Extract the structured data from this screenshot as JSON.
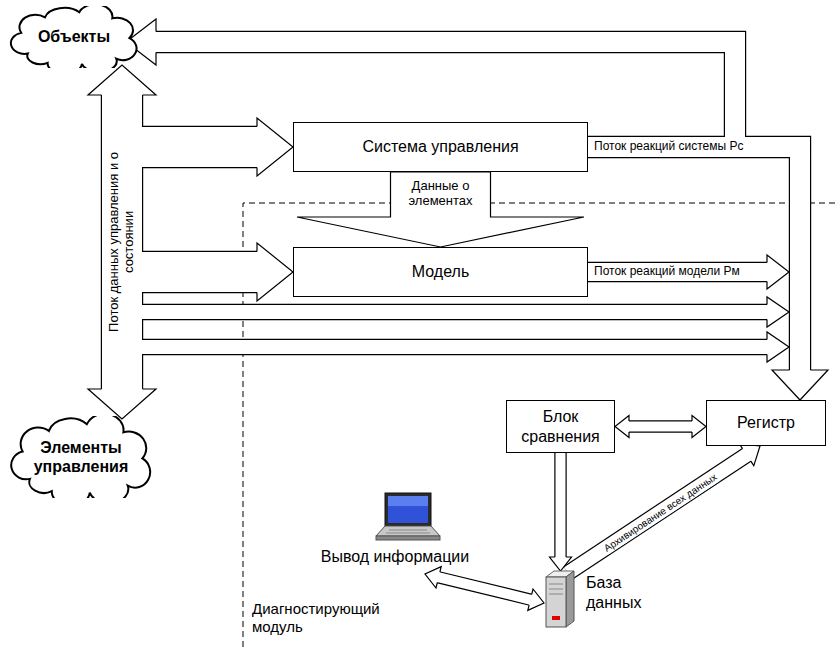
{
  "diagram": {
    "nodes": [
      {
        "text": [
          "Объекты"
        ]
      },
      {
        "text": [
          "Система управления"
        ]
      },
      {
        "text": [
          "Модель"
        ]
      },
      {
        "text": [
          "Элементы управления"
        ]
      },
      {
        "text": [
          "Блок сравнения"
        ]
      },
      {
        "text": [
          "Регистр"
        ]
      },
      {
        "text": [
          "Вывод информации"
        ]
      },
      {
        "text": [
          "База данных"
        ]
      }
    ],
    "edges": [
      {
        "from": 0,
        "to": 3,
        "arrow": "both",
        "label": "Поток данных управления и о состоянии"
      },
      {
        "from": 3,
        "to": 1,
        "arrow": "to"
      },
      {
        "from": 1,
        "to": 2,
        "arrow": "to",
        "label": "Данные о элементах"
      },
      {
        "from": 3,
        "to": 2,
        "arrow": "to"
      },
      {
        "from": 3,
        "to": 5,
        "arrow": "to"
      },
      {
        "from": 3,
        "to": 5,
        "arrow": "to"
      },
      {
        "from": 1,
        "to": 5,
        "arrow": "to",
        "label": "Поток реакций системы Pc"
      },
      {
        "from": 1,
        "to": 0,
        "arrow": "to"
      },
      {
        "from": 2,
        "to": 5,
        "arrow": "to",
        "label": "Поток реакций модели Pм"
      },
      {
        "from": 4,
        "to": 5,
        "arrow": "both"
      },
      {
        "from": 4,
        "to": 7,
        "arrow": "to"
      },
      {
        "from": 7,
        "to": 5,
        "arrow": "to",
        "label": "Архивирование всех данных"
      },
      {
        "from": 6,
        "to": 7,
        "arrow": "both"
      }
    ],
    "labels": [
      "Диагностирующий модуль"
    ]
  }
}
